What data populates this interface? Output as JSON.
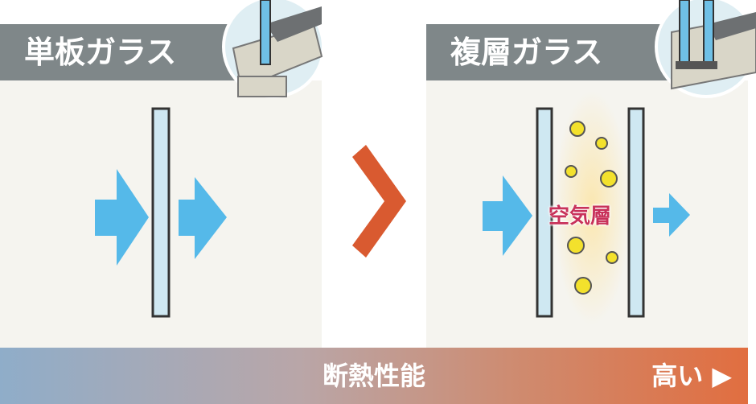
{
  "left_panel": {
    "title": "単板ガラス"
  },
  "right_panel": {
    "title": "複層ガラス",
    "air_layer_label": "空気層"
  },
  "comparison_icon": "greater-than-chevron",
  "bottom_bar": {
    "label": "断熱性能",
    "high_label": "高い",
    "arrow_icon": "play-triangle-icon"
  },
  "colors": {
    "header": "#7f8789",
    "panel": "#f5f4ef",
    "arrow": "#55b9e9",
    "chevron": "#d95a30",
    "glass": "#cfe8f2",
    "bubble": "#f3e12c",
    "air_text": "#c8325a"
  }
}
